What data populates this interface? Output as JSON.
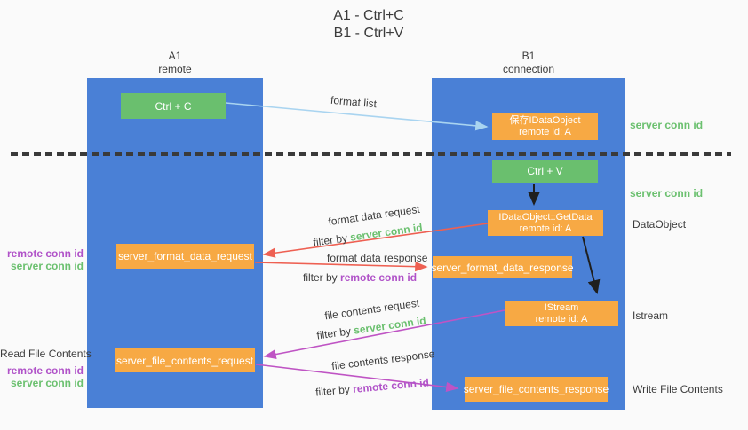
{
  "title": {
    "line1": "A1 - Ctrl+C",
    "line2": "B1 - Ctrl+V"
  },
  "lanes": {
    "left": {
      "name": "A1",
      "role": "remote"
    },
    "right": {
      "name": "B1",
      "role": "connection"
    }
  },
  "nodes": {
    "ctrl_c": "Ctrl + C",
    "ctrl_v": "Ctrl + V",
    "save_dataobject": {
      "line1": "保存IDataObject",
      "line2": "remote id: A"
    },
    "getdata": {
      "line1": "IDataObject::GetData",
      "line2": "remote id: A"
    },
    "istream": {
      "line1": "IStream",
      "line2": "remote id: A"
    },
    "format_request": "server_format_data_request",
    "format_response": "server_format_data_response",
    "file_request": "server_file_contents_request",
    "file_response": "server_file_contents_response"
  },
  "arrow_labels": {
    "format_list": "format list",
    "format_data_request": "format data request",
    "format_data_response": "format data response",
    "file_contents_request": "file contents request",
    "file_contents_response": "file contents response",
    "filter_by": "filter by",
    "server_conn_id": "server conn id",
    "remote_conn_id": "remote conn id"
  },
  "side_labels": {
    "server_conn_id": "server conn id",
    "remote_conn_id": "remote conn id",
    "dataobject": "DataObject",
    "istream": "Istream",
    "read_file_contents": "Read File Contents",
    "write_file_contents": "Write File Contents"
  },
  "colors": {
    "lane_blue": "#4a80d6",
    "node_green": "#6abf6e",
    "node_orange": "#f7a944",
    "arrow_blue": "#a9d4f0",
    "arrow_red": "#ee6052",
    "arrow_magenta": "#bf54c4",
    "arrow_black": "#1f1f1f",
    "label_green": "#6bc06f",
    "label_purple": "#b052c8",
    "separator": "#3a3a3a"
  }
}
